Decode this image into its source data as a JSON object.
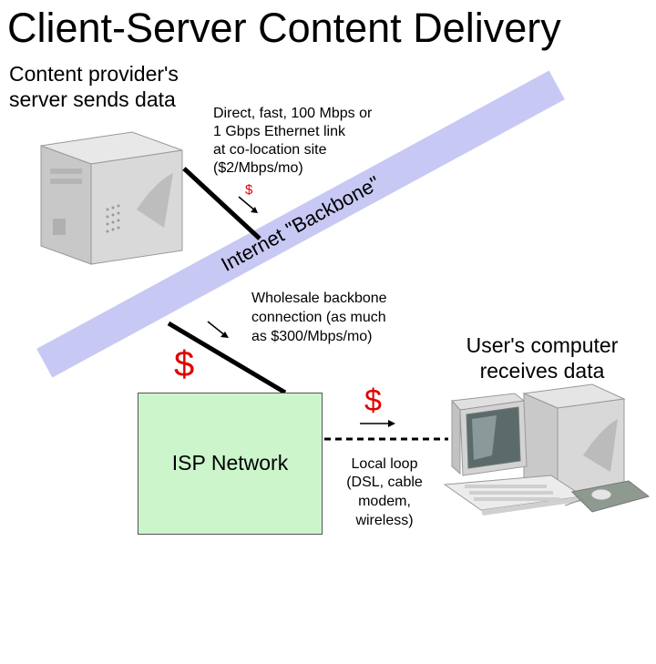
{
  "title": "Client-Server Content Delivery",
  "content_provider": {
    "lines": [
      "Content provider's",
      "server sends data"
    ]
  },
  "direct_link": {
    "lines": [
      "Direct, fast, 100 Mbps or",
      "1 Gbps Ethernet link",
      "at co-location site",
      "($2/Mbps/mo)"
    ],
    "dollar": "$"
  },
  "backbone": {
    "label": "Internet \"Backbone\"",
    "color": "#c8c8f5"
  },
  "wholesale": {
    "lines": [
      "Wholesale backbone",
      "connection (as much",
      "as $300/Mbps/mo)"
    ],
    "dollar": "$"
  },
  "isp": {
    "label": "ISP Network",
    "color": "#ccf5cc"
  },
  "local_loop": {
    "lines": [
      "Local loop",
      "(DSL, cable",
      "modem,",
      "wireless)"
    ],
    "dollar": "$"
  },
  "user": {
    "lines": [
      "User's computer",
      "receives data"
    ]
  },
  "colors": {
    "dollar": "#e00000",
    "link": "#000000"
  }
}
